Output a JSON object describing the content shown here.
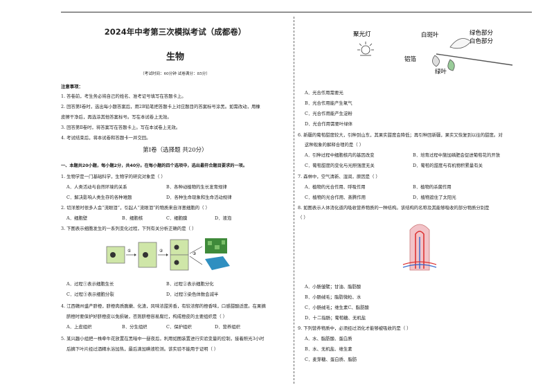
{
  "exam": {
    "title": "2024年中考第三次模拟考试（成都卷）",
    "subject": "生物",
    "time_note": "（考试时间：60分钟   试卷满分：85分）"
  },
  "notice": {
    "heading": "注意事项：",
    "items": [
      "1. 答卷前，考生务必将自己的姓名、准考证号填写在答题卡上。",
      "2. 回答第Ⅰ卷时，选出每小题答案后，用2B铅笔把答题卡上对应题目的答案标号涂黑。如需改动，用橡",
      "皮擦干净后，再选涂其他答案标号。写在本试卷上无效。",
      "3. 回答第Ⅱ卷时，将答案写在答题卡上。写在本试卷上无效。",
      "4. 考试结束后，将本试卷和答题卡一并交回。"
    ]
  },
  "section": {
    "title": "第Ⅰ卷（选择题   共20分）",
    "instruction": "一、本题共20小题，每小题2分，共40分。在每小题的四个选项中，选出最符合题目要求的一项。"
  },
  "questions": {
    "q1": {
      "stem": "1. 生物学是一门基础科学，生物学的研究对象是（      ）",
      "a": "A．人类活动与自然环境的关系",
      "b": "B．各种动植物的生长发育规律",
      "c": "C．解决影响人类生存的各种难题",
      "d": "D．各种生命现象和生命活动规律"
    },
    "q2": {
      "stem": "2. 切洋葱时很多人会“流眼泪”，引起人“流眼泪”的物质来自洋葱细胞的（      ）",
      "a": "A．细胞壁",
      "b": "B．细胞核",
      "c": "C．细胞膜",
      "d": "D．液泡"
    },
    "q3": {
      "stem": "3. 下图表示细胞发生的一系列变化过程，下列有关分析正确的是（      ）",
      "a": "A．过程①表示细胞生长",
      "b": "B．过程②表示细胞分化",
      "c": "C．过程③表示细胞分裂",
      "d": "D．过程③染色体数会减半",
      "labels": [
        "①",
        "②",
        "③"
      ]
    },
    "q4": {
      "stem": "4. 江西赣州盛产脐橙，脐橙肉质脆嫩、化渣，风味浓甜芳香，有较浓郁的橙香味，口感甜酸适度。在果摘",
      "stem2": "脐橙时要保护好脐橙皮以免损破，否则脐橙容易腐烂，构成橙皮的主要组织是（      ）",
      "a": "A．上皮组织",
      "b": "B．分生组织",
      "c": "C．保护组织",
      "d": "D．营养组织"
    },
    "q5": {
      "stem": "5. 某兴趣小组把一株牵牛花放置在黑暗中一昼夜后，利用如图装置进行实验变量的控制，接着照光3小时",
      "stem2": "后摘下叶片经过酒精水浴加热，最后滴加碘液检测。该实验不能用于证明（      ）",
      "figure_labels": {
        "lamp": "聚光灯",
        "white_leaf": "白斑叶",
        "green_part": "绿色部分",
        "white_part": "白色部分",
        "foil": "铝箔",
        "green_leaf": "绿叶"
      },
      "a": "A．光合作用需要光",
      "b": "B．光合作用能产生氧气",
      "c": "C．光合作用能产生淀粉",
      "d": "D．光合作用需要叶绿体"
    },
    "q6": {
      "stem": "6. 新疆的葡萄甜度较大，引种到山东，其果实甜度会降低；再引种回新疆，果实又恢复到以往的甜度。对",
      "stem2": "这种现象的解释合理的是（      ）",
      "a": "A．引种过程中细胞核内的基因改变",
      "b": "B．培育过程中施加磷肥会促进葡萄花的开放",
      "c": "C．葡萄甜度的变化与光照强度无关",
      "d": "D．葡萄的甜度与有机物积累量有关"
    },
    "q7": {
      "stem": "7. 森林中，空气清新、湿润，原因是（      ）",
      "a": "A．植物的光合作用、呼吸作用",
      "b": "B．植物的杀菌作用",
      "c": "C．植物的光合作用、蒸腾作用",
      "d": "D．植物遮住了太阳光"
    },
    "q8": {
      "stem": "8. 如图表示人体消化道内吸收营养物质的一种结构。该结构的名称及其能够吸收的部分物质分别是",
      "stem2": "（      ）",
      "a": "A．小肠皱襞；甘油、脂肪酸",
      "b": "B．小肠绒毛；脂肪微粒、水",
      "c": "C．小肠绒毛；维生素C、脂肪酸",
      "d": "D．十二指肠；葡萄糖、无机盐"
    },
    "q9": {
      "stem": "9. 下列营养物质中，必须经过消化才能够被吸收的是（      ）",
      "a": "A．水、脂肪酸、蛋白质",
      "b": "B．水、无机盐、维生素",
      "c": "C．麦芽糖、蛋白质、脂肪"
    }
  }
}
